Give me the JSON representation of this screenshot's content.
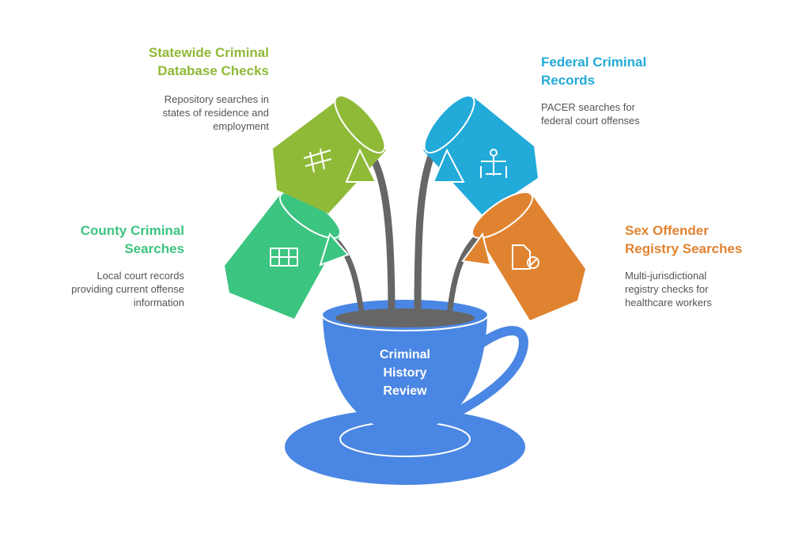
{
  "center": {
    "title_line1": "Criminal",
    "title_line2": "History",
    "title_line3": "Review"
  },
  "items": [
    {
      "title_line1": "Statewide Criminal",
      "title_line2": "Database Checks",
      "desc_line1": "Repository searches in",
      "desc_line2": "states of residence and",
      "desc_line3": "employment",
      "color": "#8fba38",
      "icon": "bridge-icon"
    },
    {
      "title_line1": "Federal Criminal",
      "title_line2": "Records",
      "desc_line1": "PACER searches for",
      "desc_line2": "federal court offenses",
      "color": "#22aad9",
      "icon": "judge-scales-icon"
    },
    {
      "title_line1": "County Criminal",
      "title_line2": "Searches",
      "desc_line1": "Local court records",
      "desc_line2": "providing current offense",
      "desc_line3": "information",
      "color": "#3cc481",
      "icon": "grid-icon"
    },
    {
      "title_line1": "Sex Offender",
      "title_line2": "Registry Searches",
      "desc_line1": "Multi-jurisdictional",
      "desc_line2": "registry checks for",
      "desc_line3": "healthcare workers",
      "color": "#e08330",
      "icon": "blocked-file-icon"
    }
  ],
  "colors": {
    "cup": "#4a86e3",
    "liquid": "#666666"
  }
}
